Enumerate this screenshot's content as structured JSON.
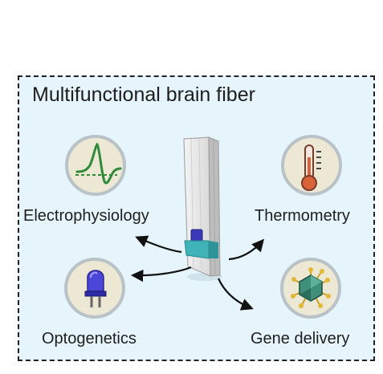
{
  "diagram": {
    "title": "Multifunctional brain fiber",
    "functions": [
      {
        "label": "Electrophysiology",
        "icon": "electrophysiology-waveform-icon"
      },
      {
        "label": "Thermometry",
        "icon": "thermometer-icon"
      },
      {
        "label": "Optogenetics",
        "icon": "led-icon"
      },
      {
        "label": "Gene delivery",
        "icon": "virus-icon"
      }
    ]
  },
  "colors": {
    "panel_bg": "#e6f5fb",
    "circle_fill": "#ece8d4",
    "circle_border": "#b9c2c6",
    "waveform": "#2f8a3a",
    "thermometer": "#d9643a",
    "led": "#4b45d8",
    "virus": "#3f8f7a",
    "fiber_band": "#3fb3b8"
  }
}
